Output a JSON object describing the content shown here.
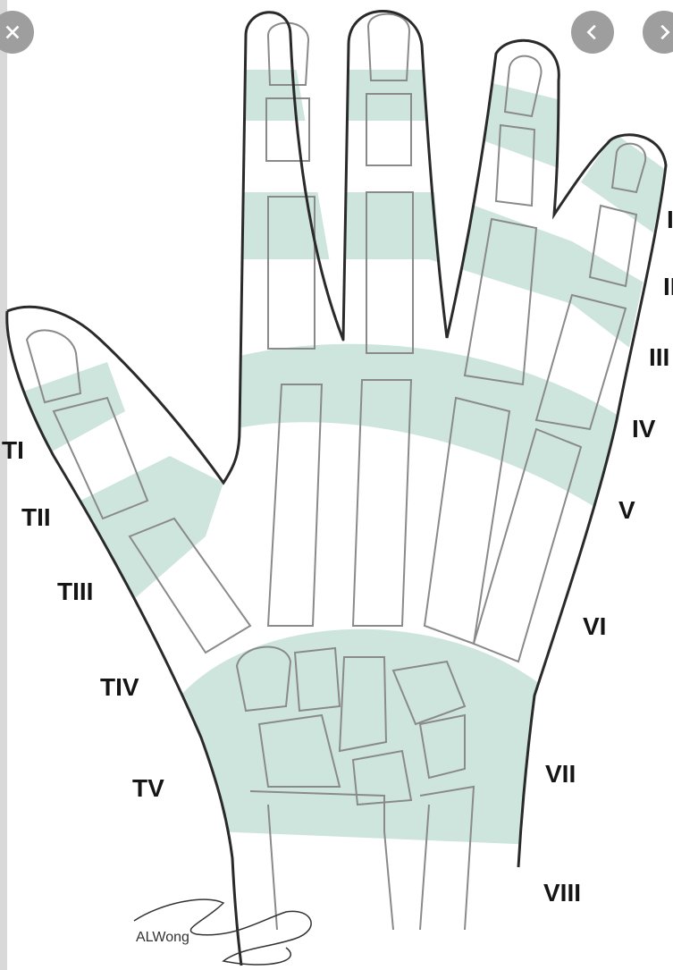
{
  "colors": {
    "zone_fill": "#cde5dd",
    "outline": "#2a2a2a",
    "bone": "#8a8a8a",
    "nav_button": "#9e9e9e"
  },
  "viewer": {
    "close_icon": "close-icon",
    "prev_icon": "chevron-left-icon",
    "next_icon": "chevron-right-icon"
  },
  "finger_zones": [
    "I",
    "II",
    "III",
    "IV",
    "V",
    "VI",
    "VII",
    "VIII"
  ],
  "thumb_zones": [
    "TI",
    "TII",
    "TIII",
    "TIV",
    "TV"
  ],
  "signature": "ALWong"
}
